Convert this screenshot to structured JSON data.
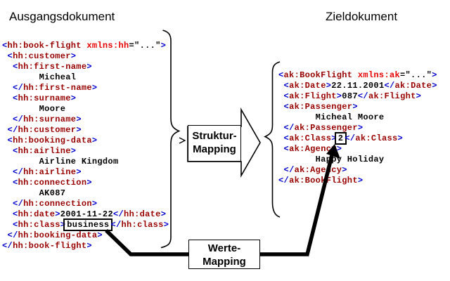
{
  "headers": {
    "source": "Ausgangsdokument",
    "target": "Zieldokument"
  },
  "mappings": {
    "structure_label": "Struktur-\nMapping",
    "value_label": "Werte-\nMapping"
  },
  "colors": {
    "bracket": "#0000cc",
    "tag": "#990000",
    "attribute": "#e80000",
    "plain_text": "#000000",
    "shape_stroke": "#000000",
    "shape_fill": "#ffffff"
  },
  "source_doc": {
    "lines": [
      {
        "text": "<hh:book-flight xmlns:hh=\"...\">"
      },
      {
        "text": " <hh:customer>"
      },
      {
        "text": "  <hh:first-name>"
      },
      {
        "text": "       Micheal"
      },
      {
        "text": "  </hh:first-name>"
      },
      {
        "text": "  <hh:surname>"
      },
      {
        "text": "       Moore"
      },
      {
        "text": "  </hh:surname>"
      },
      {
        "text": " </hh:customer>"
      },
      {
        "text": " <hh:booking-data>"
      },
      {
        "text": "  <hh:airline>"
      },
      {
        "text": "       Airline Kingdom"
      },
      {
        "text": "  </hh:airline>"
      },
      {
        "text": "  <hh:connection>"
      },
      {
        "text": "       AK087"
      },
      {
        "text": "  </hh:connection>"
      },
      {
        "text": "  <hh:date>2001-11-22</hh:date>"
      },
      {
        "text": "  <hh:class>business</hh:class>",
        "box": "business"
      },
      {
        "text": " </hh:booking-data>"
      },
      {
        "text": "</hh:book-flight>"
      }
    ]
  },
  "target_doc": {
    "lines": [
      {
        "text": "<ak:BookFlight xmlns:ak=\"...\">"
      },
      {
        "text": " <ak:Date>22.11.2001</ak:Date>"
      },
      {
        "text": " <ak:Flight>087</ak:Flight>"
      },
      {
        "text": " <ak:Passenger>"
      },
      {
        "text": "       Micheal Moore"
      },
      {
        "text": " </ak:Passenger>"
      },
      {
        "text": " <ak:Class>2</ak:Class>",
        "box": "2"
      },
      {
        "text": " <ak:Agency>"
      },
      {
        "text": "       Happy Holiday"
      },
      {
        "text": " </ak:Agency>"
      },
      {
        "text": "</ak:BookFlight>"
      }
    ]
  }
}
